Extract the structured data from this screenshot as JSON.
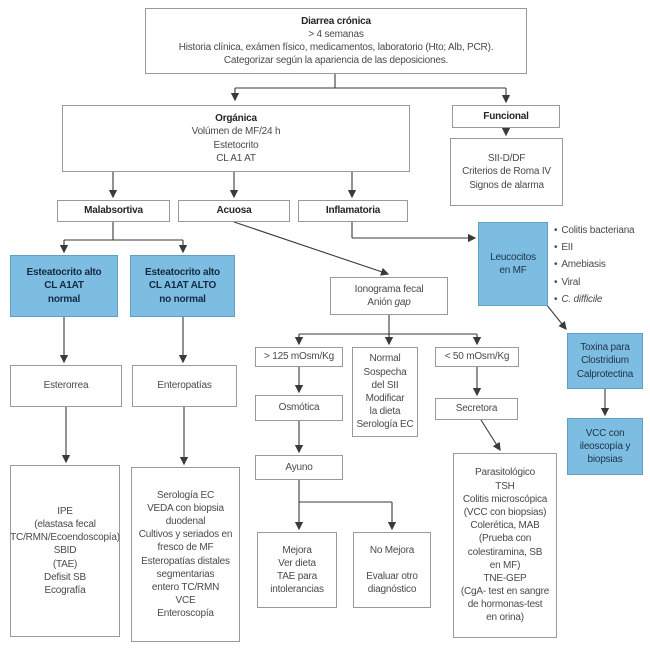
{
  "palette": {
    "blue_fill": "#7dbde2",
    "blue_border": "#5f9fc6",
    "box_border": "#9a9a9a",
    "line_color": "#3a3a3a",
    "text": "#4a4a4a"
  },
  "boxes": {
    "diarrea": {
      "title": "Diarrea crónica",
      "lines": [
        "> 4 semanas",
        "Historia clínica, exámen físico, medicamentos, laboratorio (Hto; Alb, PCR).",
        "Categorizar según la apariencia de las deposiciones."
      ]
    },
    "organica": {
      "title": "Orgánica",
      "lines": [
        "Volúmen de MF/24 h",
        "Estetocrito",
        "CL A1 AT"
      ]
    },
    "funcional": {
      "title": "Funcional"
    },
    "sii": {
      "lines": [
        "SII-D/DF",
        "Criterios de Roma IV",
        "Signos de alarma"
      ]
    },
    "malabsortiva": {
      "title": "Malabsortiva"
    },
    "acuosa": {
      "title": "Acuosa"
    },
    "inflamatoria": {
      "title": "Inflamatoria"
    },
    "esteatocrito_normal": {
      "lines": [
        "Esteatocrito alto",
        "CL A1AT",
        "normal"
      ]
    },
    "esteatocrito_alto": {
      "lines": [
        "Esteatocrito alto",
        "CL A1AT ALTO",
        "no normal"
      ]
    },
    "leucocitos": {
      "lines": [
        "Leucocitos",
        "en MF"
      ]
    },
    "leucocitos_causas": {
      "items": [
        "Colitis bacteriana",
        "EII",
        "Amebiasis",
        "Viral",
        "C. difficile"
      ]
    },
    "ionograma": {
      "line1": "Ionograma fecal",
      "line2_normal": "Anión",
      "line2_italic": "gap"
    },
    "osm_alto": {
      "label": "> 125 mOsm/Kg"
    },
    "normal_sii": {
      "lines": [
        "Normal",
        "Sospecha",
        "del SII",
        "Modificar",
        "la dieta",
        "Serología EC"
      ]
    },
    "osm_bajo": {
      "label": "< 50 mOsm/Kg"
    },
    "osmotica": {
      "label": "Osmótica"
    },
    "secretora": {
      "label": "Secretora"
    },
    "esterorrea": {
      "label": "Esterorrea"
    },
    "enteropatias": {
      "label": "Enteropatías"
    },
    "ayuno": {
      "label": "Ayuno"
    },
    "ipe": {
      "lines": [
        "IPE",
        "(elastasa fecal",
        "TC/RMN/Ecoendoscopía)",
        "SBID",
        "(TAE)",
        "Defisit SB",
        "Ecografía"
      ]
    },
    "serologia": {
      "lines": [
        "Serología EC",
        "VEDA con biopsia",
        "duodenal",
        "Cultivos y seriados en",
        "fresco de MF",
        "Esteropatías distales",
        "segmentarias",
        "entero TC/RMN",
        "VCE",
        "Enteroscopía"
      ]
    },
    "mejora": {
      "lines": [
        "Mejora",
        "Ver dieta",
        "TAE para",
        "intolerancias"
      ]
    },
    "no_mejora": {
      "lines": [
        "No Mejora",
        "Evaluar otro",
        "diagnóstico"
      ]
    },
    "parasitologico": {
      "lines": [
        "Parasitológico",
        "TSH",
        "Colitis microscópica",
        "(VCC con biopsias)",
        "Colerética, MAB",
        "(Prueba con",
        "colestiramina, SB",
        "en MF)",
        "TNE-GEP",
        "(CgA- test en sangre",
        "de hormonas-test",
        "en orina)"
      ]
    },
    "toxina": {
      "lines": [
        "Toxina para",
        "Clostridium",
        "Calprotectina"
      ]
    },
    "vcc": {
      "lines": [
        "VCC con",
        "ileoscopía y",
        "biopsias"
      ]
    }
  }
}
